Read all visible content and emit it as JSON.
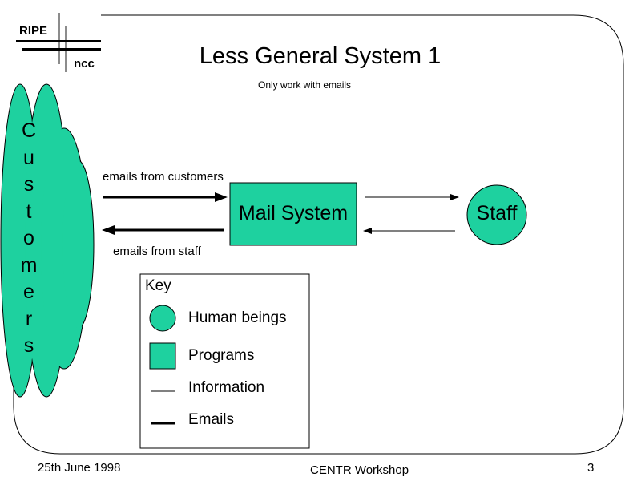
{
  "logo": {
    "top": "RIPE",
    "bottom": "ncc"
  },
  "title": "Less General System 1",
  "subtitle": "Only work with emails",
  "customers": {
    "letters": [
      "C",
      "u",
      "s",
      "t",
      "o",
      "m",
      "e",
      "r",
      "s"
    ]
  },
  "mail_system": "Mail System",
  "staff": "Staff",
  "labels": {
    "emails_from_customers": "emails from customers",
    "emails_from_staff": "emails from staff"
  },
  "key": {
    "title": "Key",
    "human": "Human beings",
    "programs": "Programs",
    "information": "Information",
    "emails": "Emails"
  },
  "footer": {
    "date": "25th June 1998",
    "event": "CENTR Workshop",
    "page": "3"
  },
  "colors": {
    "accent": "#1ED19F",
    "logo_gray": "#8C8C8C"
  }
}
